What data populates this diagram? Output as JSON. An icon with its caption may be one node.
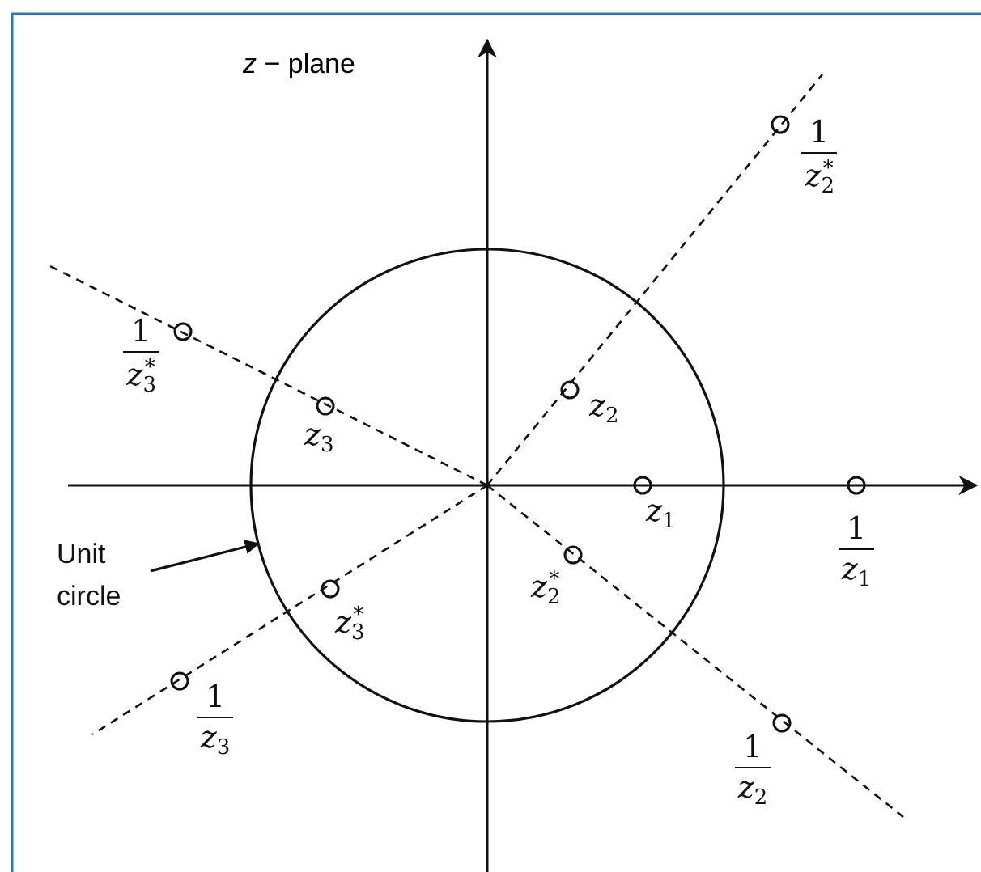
{
  "diagram": {
    "nodes": [
      {
        "text": [
          "Unit circle"
        ]
      },
      {
        "text": [],
        "shape": "circle"
      },
      {
        "text": [],
        "shape": "circle",
        "beside": [
          "1",
          "z$_{2}$$^{*}$"
        ]
      },
      {
        "text": [],
        "shape": "circle",
        "beside": [
          "1",
          "z$_{3}$$^{*}$"
        ]
      },
      {
        "text": [],
        "shape": "circle",
        "beside": [
          "z$_{2}$"
        ],
        "in": 1
      },
      {
        "text": [],
        "shape": "circle",
        "beside": [
          "z$_{3}$"
        ],
        "in": 1
      },
      {
        "text": [],
        "shape": "circle",
        "beside": [
          "z$_{1}$"
        ],
        "in": 1
      },
      {
        "text": [],
        "shape": "circle",
        "beside": [
          "1",
          "z$_{1}$"
        ]
      },
      {
        "text": [],
        "shape": "circle",
        "beside": [
          "z$_{2}$$^{*}$"
        ],
        "in": 1
      },
      {
        "text": [],
        "shape": "circle",
        "beside": [
          "z$_{3}$$^{*}$"
        ],
        "in": 1
      },
      {
        "text": [],
        "shape": "circle",
        "beside": [
          "1",
          "z$_{3}$"
        ]
      },
      {
        "text": [],
        "shape": "circle",
        "beside": [
          "1",
          "z$_{2}$"
        ]
      }
    ],
    "edges": [
      {
        "from": 0,
        "to": 1,
        "arrow": "to"
      }
    ],
    "labels": [
      "*z* − plane"
    ]
  }
}
